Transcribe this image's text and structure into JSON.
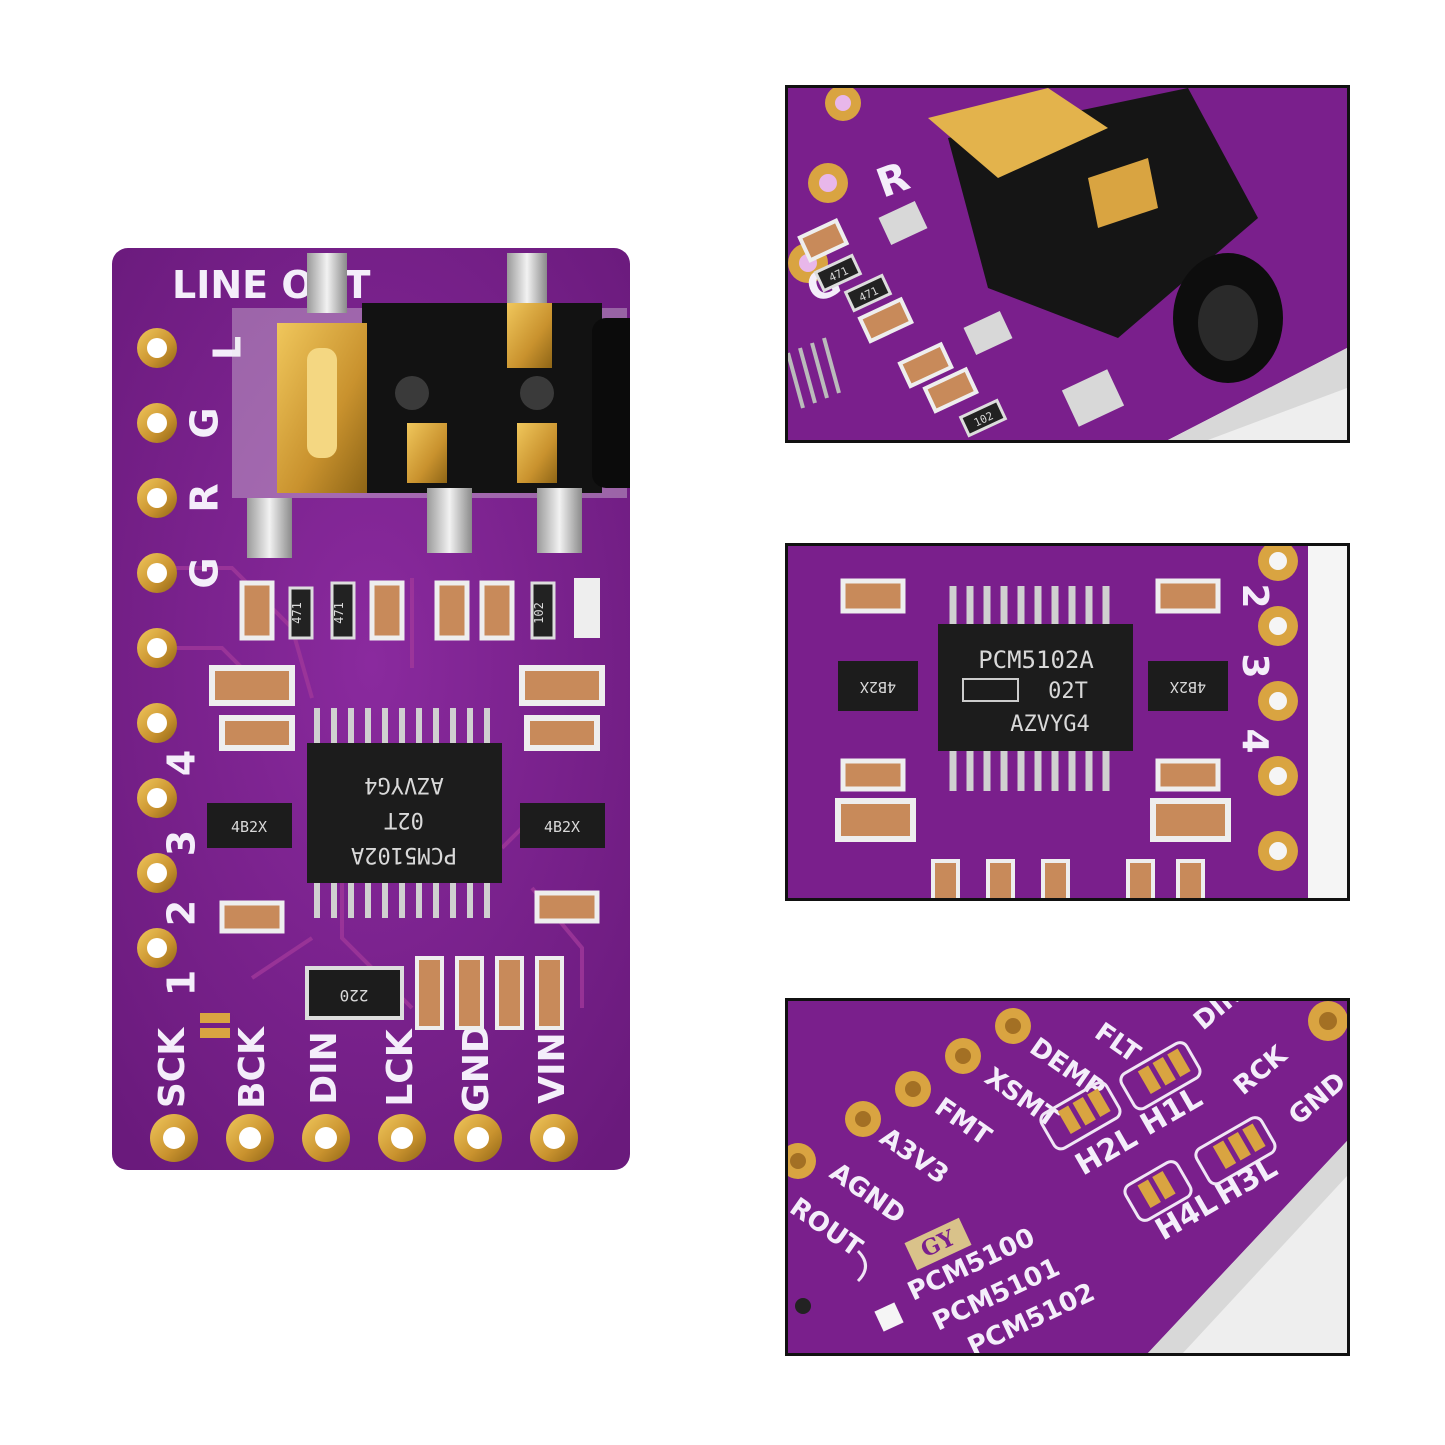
{
  "main_board": {
    "header": {
      "line_out": "LINE  OUT"
    },
    "side_labels": [
      "L",
      "G",
      "R",
      "G"
    ],
    "side_numbers": [
      "4",
      "3",
      "2",
      "1"
    ],
    "bottom_pins": [
      "SCK",
      "BCK",
      "DIN",
      "LCK",
      "GND",
      "VIN"
    ],
    "chip": {
      "line1": "PCM5102A",
      "line2": "02T",
      "line3": "AZVYG4"
    },
    "regulator_marking": "4B2X",
    "resistor_marking_1": "471",
    "resistor_marking_2": "102",
    "resistor_array_marking": "220"
  },
  "inset_jack": {
    "labels": [
      "G",
      "R"
    ],
    "resistor_markings": [
      "471",
      "471",
      "102"
    ]
  },
  "inset_chip": {
    "chip": {
      "line1": "PCM5102A",
      "line2": "02T",
      "line3": "AZVYG4"
    },
    "regulator_marking": "4B2X",
    "numbers": [
      "2",
      "3",
      "4"
    ]
  },
  "inset_back": {
    "labels": [
      "FLT",
      "DEMP",
      "XSMT",
      "FMT",
      "A3V3",
      "AGND",
      "ROUT",
      "DIN",
      "RCK",
      "GND"
    ],
    "jumpers": [
      "H1L",
      "H2L",
      "H3L",
      "H4L"
    ],
    "logo": "GY",
    "variants": [
      "PCM5100",
      "PCM5101",
      "PCM5102"
    ]
  },
  "colors": {
    "pcb": "#7a1f8c",
    "pad_gold": "#d9a441",
    "chip": "#1c1c1c"
  }
}
